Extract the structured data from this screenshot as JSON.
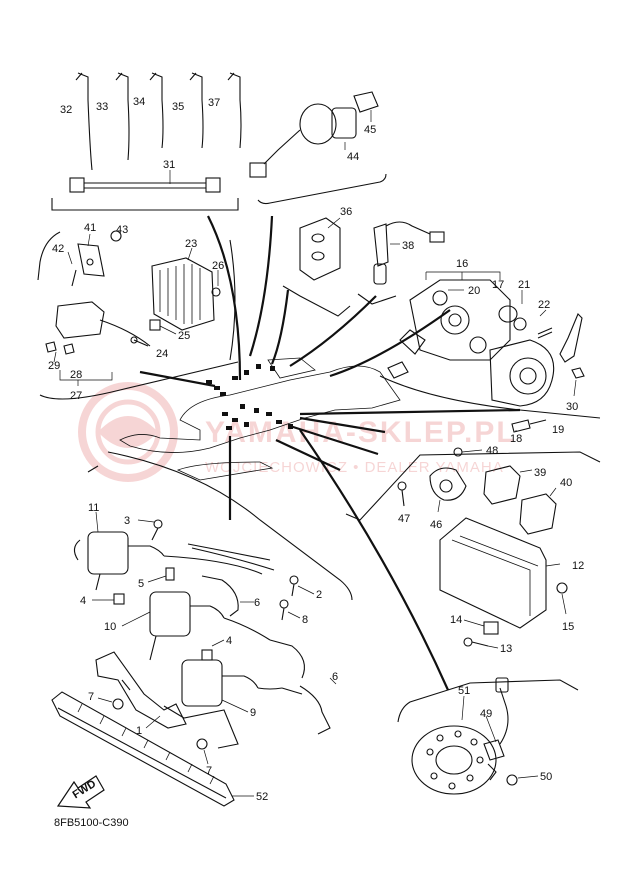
{
  "diagram": {
    "figure_code": "8FB5100-C390",
    "fwd_label": "FWD",
    "watermark": {
      "title": "YAMAHA-SKLEP.PL",
      "subtitle": "WOJCIECHOWICZ • DEALER YAMAHA"
    },
    "callouts": {
      "p1": "1",
      "p2": "2",
      "p3": "3",
      "p4a": "4",
      "p4b": "4",
      "p5": "5",
      "p6a": "6",
      "p6b": "6",
      "p7a": "7",
      "p7b": "7",
      "p8": "8",
      "p9": "9",
      "p10": "10",
      "p11": "11",
      "p12": "12",
      "p13": "13",
      "p14": "14",
      "p15": "15",
      "p16": "16",
      "p17": "17",
      "p18": "18",
      "p19": "19",
      "p20": "20",
      "p21": "21",
      "p22": "22",
      "p23": "23",
      "p24": "24",
      "p25": "25",
      "p26": "26",
      "p27": "27",
      "p28": "28",
      "p29": "29",
      "p30": "30",
      "p31": "31",
      "p32": "32",
      "p33": "33",
      "p34": "34",
      "p35": "35",
      "p36": "36",
      "p37": "37",
      "p38": "38",
      "p39": "39",
      "p40": "40",
      "p41": "41",
      "p42": "42",
      "p43": "43",
      "p44": "44",
      "p45": "45",
      "p46": "46",
      "p47": "47",
      "p48": "48",
      "p49": "49",
      "p50": "50",
      "p51": "51",
      "p52": "52"
    }
  }
}
